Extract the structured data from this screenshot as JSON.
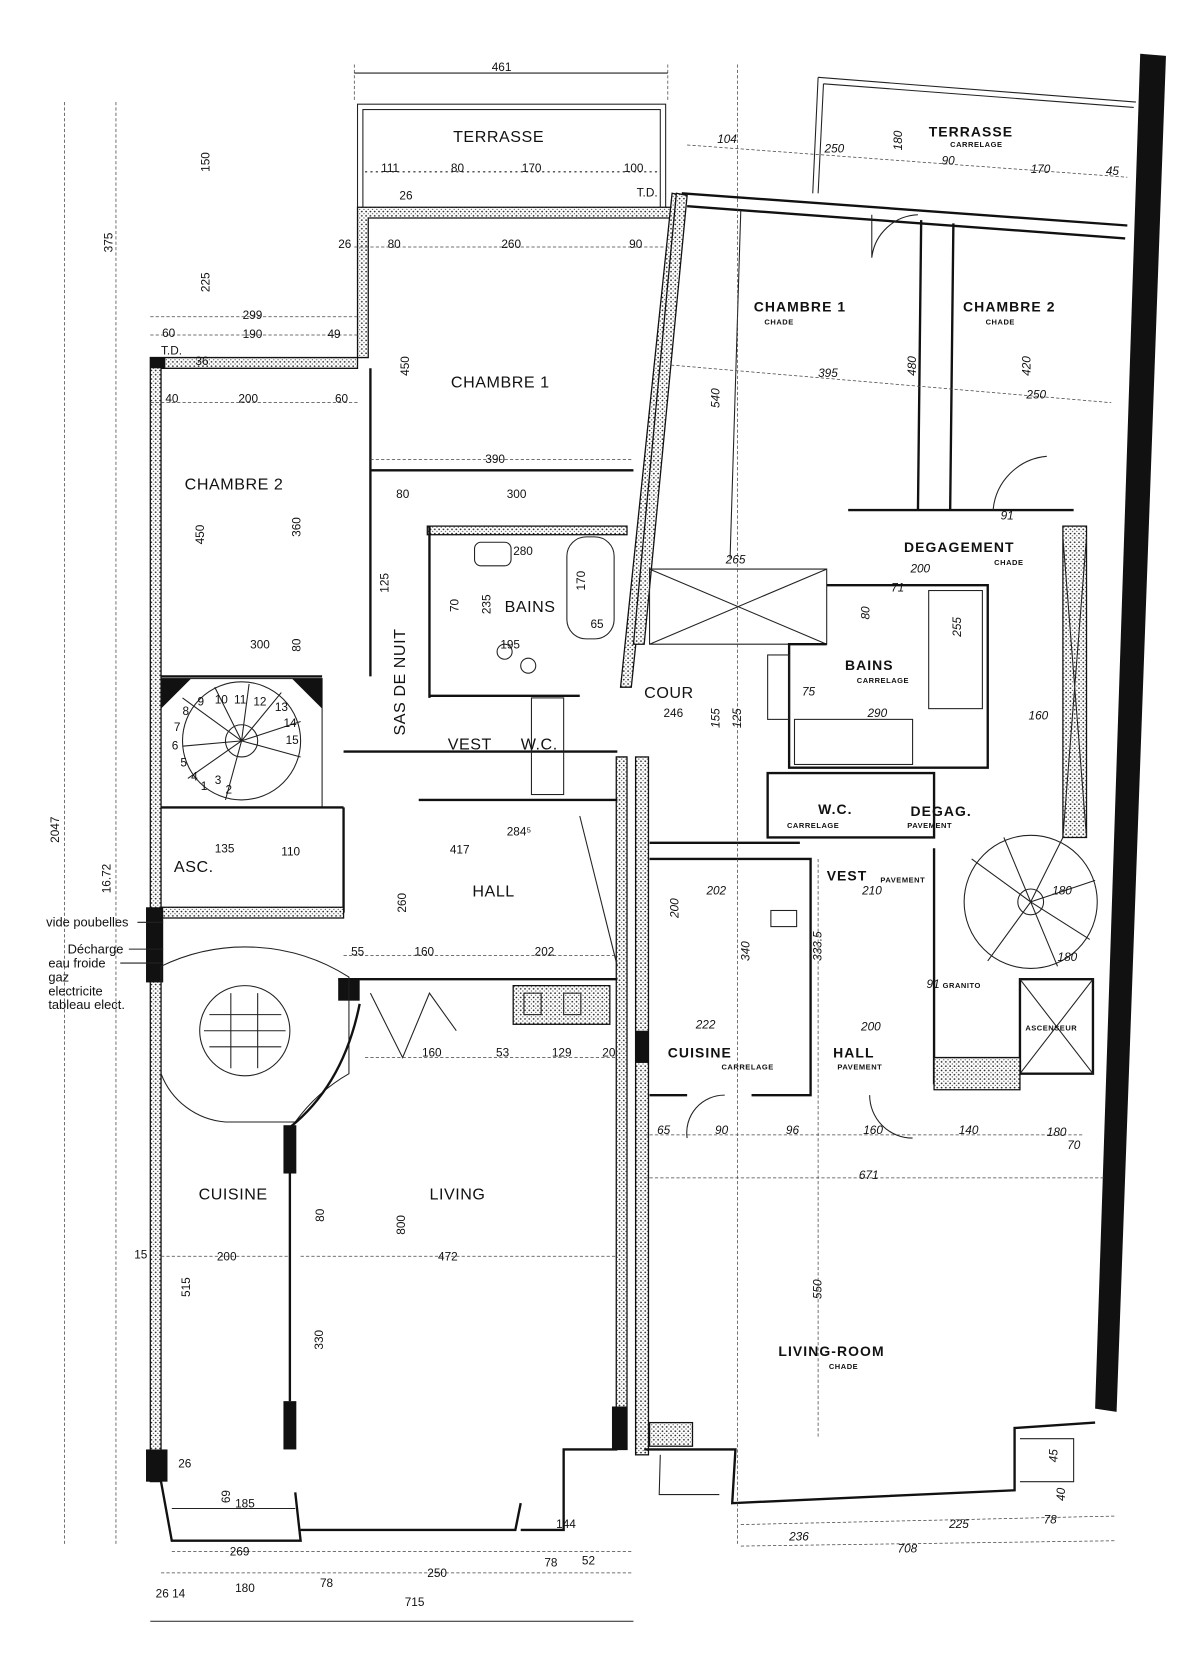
{
  "left_unit": {
    "rooms": {
      "terrasse": "TERRASSE",
      "chambre1": "CHAMBRE 1",
      "chambre2": "CHAMBRE 2",
      "bains": "BAINS",
      "sas": "SAS DE NUIT",
      "vest": "VEST",
      "wc": "W.C.",
      "cour": "COUR",
      "hall": "HALL",
      "asc": "ASC.",
      "cuisine": "CUISINE",
      "living": "LIVING"
    },
    "legend": [
      "vide poubelles",
      "Décharge",
      "eau  froide",
      "gaz",
      "electricite",
      "tableau elect."
    ],
    "stair_steps": [
      "1",
      "2",
      "3",
      "4",
      "5",
      "6",
      "7",
      "8",
      "9",
      "10",
      "11",
      "12",
      "13",
      "14",
      "15"
    ]
  },
  "right_unit": {
    "rooms": {
      "terrasse": "TERRASSE",
      "terrasse_sub": "CARRELAGE",
      "chambre1": "CHAMBRE   1",
      "chambre1_sub": "CHADE",
      "chambre2": "CHAMBRE 2",
      "chambre2_sub": "CHADE",
      "degagement": "DEGAGEMENT",
      "degagement_sub": "CHADE",
      "bains": "BAINS",
      "bains_sub": "CARRELAGE",
      "wc": "W.C.",
      "wc_sub": "CARRELAGE",
      "degag": "DEGAG.",
      "degag_sub": "PAVEMENT",
      "vest": "VEST",
      "vest_sub": "PAVEMENT",
      "cuisine": "CUISINE",
      "cuisine_sub": "CARRELAGE",
      "hall": "HALL",
      "hall_sub": "PAVEMENT",
      "ascenseur": "ASCENSEUR",
      "living": "LIVING-ROOM",
      "living_sub": "CHADE",
      "granito": "GRANITO"
    }
  },
  "dims": {
    "left": [
      "461",
      "150",
      "375",
      "225",
      "111",
      "80",
      "170",
      "100",
      "26",
      "T.D.",
      "26",
      "80",
      "260",
      "90",
      "299",
      "60",
      "190",
      "49",
      "T.D.",
      "36",
      "450",
      "40",
      "200",
      "60",
      "390",
      "80",
      "300",
      "450",
      "360",
      "125",
      "280",
      "170",
      "235",
      "70",
      "65",
      "195",
      "300",
      "80",
      "246",
      "417",
      "284⁵",
      "260",
      "135",
      "110",
      "55",
      "160",
      "202",
      "160",
      "53",
      "129",
      "20",
      "800",
      "472",
      "200",
      "515",
      "330",
      "80",
      "15",
      "26",
      "69",
      "185",
      "144",
      "269",
      "78",
      "52",
      "250",
      "180",
      "78",
      "26 14",
      "715",
      "2047",
      "16.72"
    ],
    "right": [
      "104",
      "250",
      "180",
      "90",
      "170",
      "45",
      "540",
      "395",
      "480",
      "420",
      "250",
      "91",
      "200",
      "265",
      "71",
      "80",
      "255",
      "290",
      "160",
      "75",
      "155",
      "125",
      "210",
      "202",
      "200",
      "340",
      "333.5",
      "222",
      "200",
      "180",
      "180",
      "91",
      "65",
      "90",
      "96",
      "160",
      "140",
      "180",
      "70",
      "671",
      "550",
      "236",
      "225",
      "708",
      "78",
      "40",
      "45"
    ]
  }
}
